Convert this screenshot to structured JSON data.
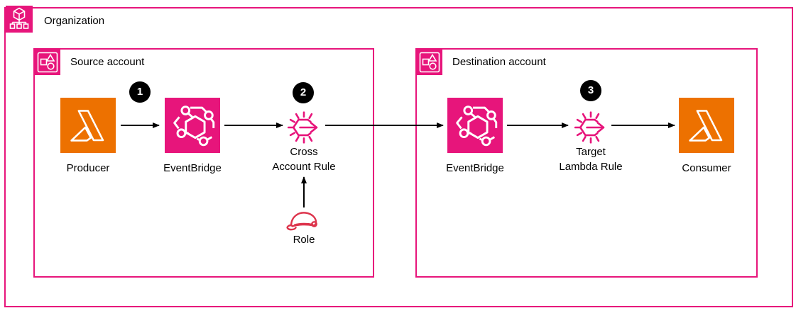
{
  "diagram": {
    "organization_label": "Organization",
    "source_account_label": "Source account",
    "destination_account_label": "Destination account"
  },
  "nodes": {
    "producer": {
      "label": "Producer",
      "icon": "lambda-icon"
    },
    "eventbridge_source": {
      "label": "EventBridge",
      "icon": "eventbridge-icon"
    },
    "cross_account_rule": {
      "label_line1": "Cross",
      "label_line2": "Account Rule",
      "icon": "eventbridge-rule-icon"
    },
    "role": {
      "label": "Role",
      "icon": "iam-role-icon"
    },
    "eventbridge_destination": {
      "label": "EventBridge",
      "icon": "eventbridge-icon"
    },
    "target_lambda_rule": {
      "label_line1": "Target",
      "label_line2": "Lambda Rule",
      "icon": "eventbridge-rule-icon"
    },
    "consumer": {
      "label": "Consumer",
      "icon": "lambda-icon"
    }
  },
  "badges": {
    "step1": "1",
    "step2": "2",
    "step3": "3"
  },
  "icons": {
    "organization": "aws-organizations-icon",
    "account": "aws-account-icon",
    "lambda": "aws-lambda-icon",
    "eventbridge": "aws-eventbridge-icon",
    "eventbridge_rule": "aws-eventbridge-rule-icon",
    "iam_role": "aws-iam-role-icon"
  },
  "colors": {
    "pink": "#E7157B",
    "orange": "#ED7100",
    "role_red": "#DD344C",
    "badge_black": "#000000",
    "arrow_black": "#000000",
    "text": "#000000",
    "background": "#FFFFFF"
  }
}
